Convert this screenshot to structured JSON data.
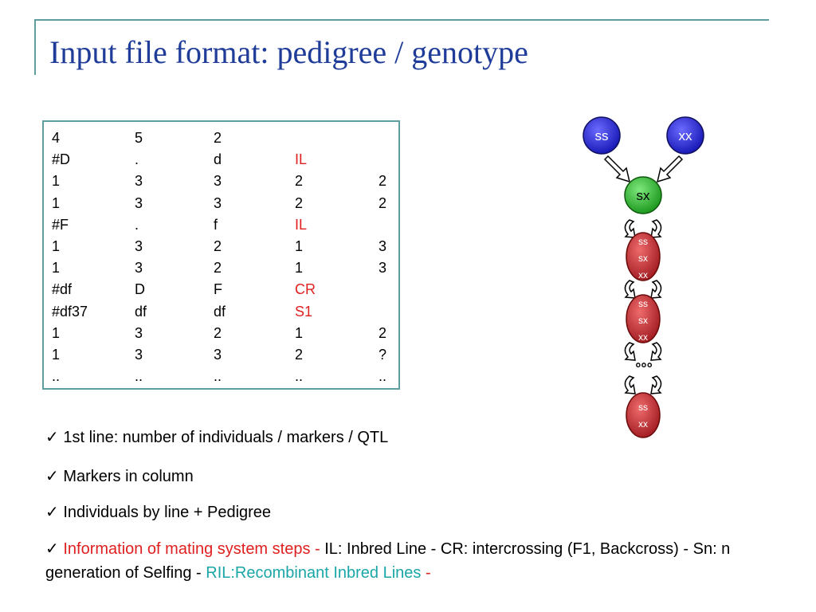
{
  "slide": {
    "title": "Input file format: pedigree / genotype"
  },
  "datafile": {
    "rows": [
      {
        "cells": [
          "4",
          "5",
          "2",
          "",
          ""
        ],
        "highlight": false
      },
      {
        "cells": [
          "#D",
          ".",
          "d",
          "IL",
          ""
        ],
        "highlight": true
      },
      {
        "cells": [
          "1",
          "3",
          "3",
          "2",
          "2"
        ],
        "highlight": false
      },
      {
        "cells": [
          "1",
          "3",
          "3",
          "2",
          "2"
        ],
        "highlight": false
      },
      {
        "cells": [
          "#F",
          ".",
          "f",
          "IL",
          ""
        ],
        "highlight": true
      },
      {
        "cells": [
          "1",
          "3",
          "2",
          "1",
          "3"
        ],
        "highlight": false
      },
      {
        "cells": [
          "1",
          "3",
          "2",
          "1",
          "3"
        ],
        "highlight": false
      },
      {
        "cells": [
          "#df",
          "D",
          "F",
          "CR",
          ""
        ],
        "highlight": true
      },
      {
        "cells": [
          "#df37",
          "df",
          "df",
          "S1",
          ""
        ],
        "highlight": true
      },
      {
        "cells": [
          "1",
          "3",
          "2",
          "1",
          "2"
        ],
        "highlight": false
      },
      {
        "cells": [
          "1",
          "3",
          "3",
          "2",
          "?"
        ],
        "highlight": false
      },
      {
        "cells": [
          "..",
          "..",
          "..",
          "..",
          ".."
        ],
        "highlight": false
      }
    ]
  },
  "bullets": {
    "check": "✓",
    "b1": "1st line: number of individuals / markers / QTL",
    "b2": "Markers in column",
    "b3": "Individuals by line + Pedigree",
    "b4_red": "Information of mating system steps - ",
    "b4_black": "IL: Inbred Line - CR: intercrossing (F1, Backcross) - Sn: n generation of Selfing - ",
    "b4_teal": "RIL:Recombinant Inbred Lines ",
    "b4_red_end": "-"
  },
  "diagram": {
    "parent1": "ss",
    "parent2": "xx",
    "f1": "sx",
    "gen1": [
      "ss",
      "sx",
      "xx"
    ],
    "gen2": [
      "ss",
      "sx",
      "xx"
    ],
    "ellipsis": "°°°",
    "final": [
      "ss",
      "xx"
    ],
    "colors": {
      "blue": "#2a2ad8",
      "green": "#2fb82f",
      "red": "#c8282e"
    }
  }
}
